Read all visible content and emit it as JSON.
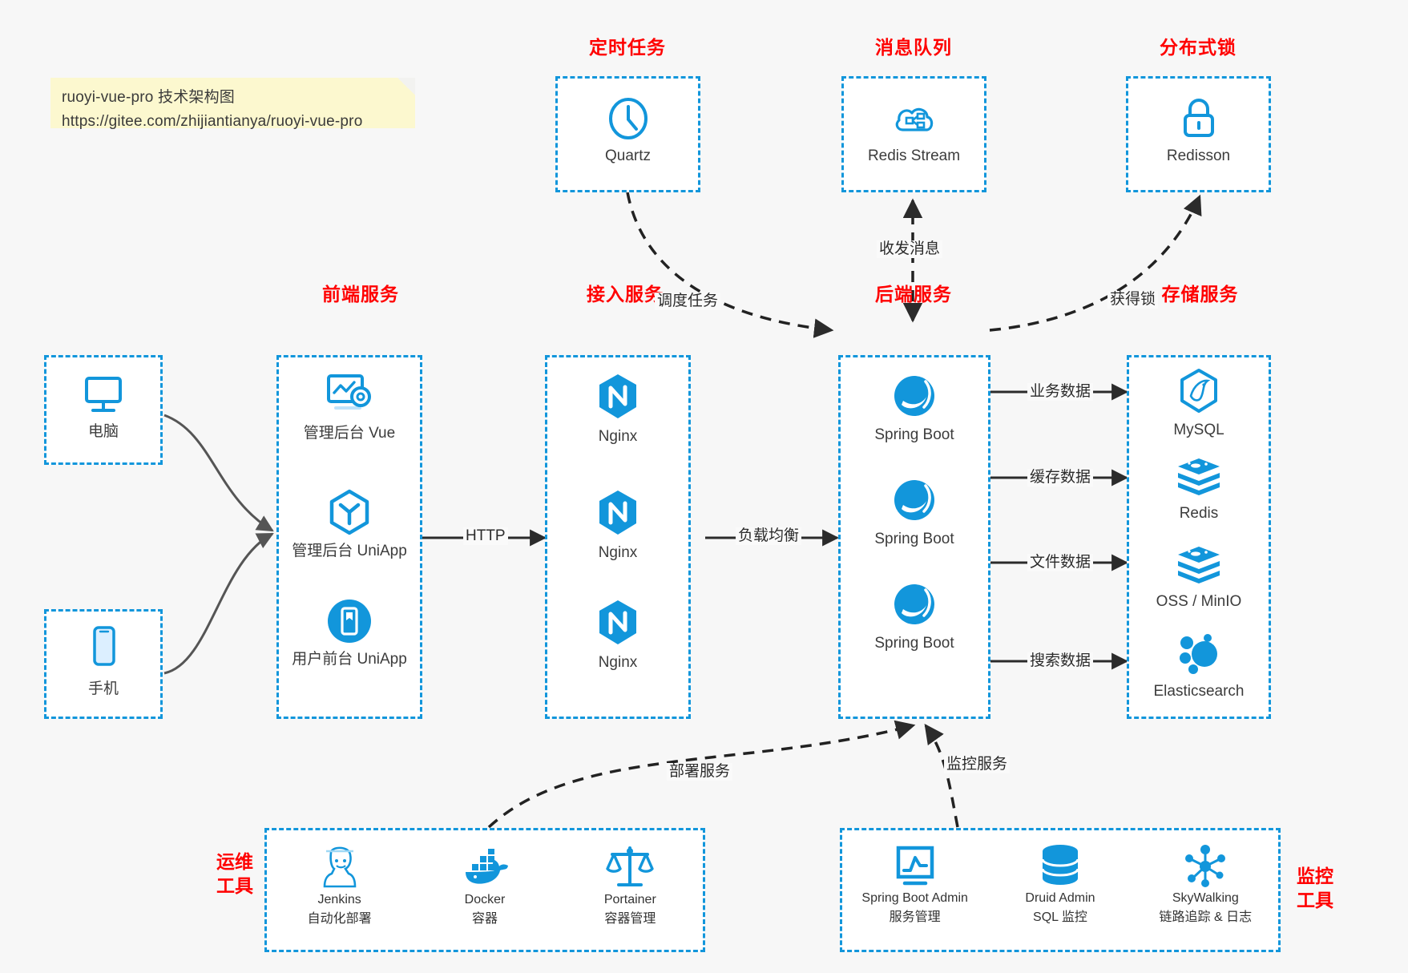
{
  "note": {
    "line1": "ruoyi-vue-pro 技术架构图",
    "line2": "https://gitee.com/zhijiantianya/ruoyi-vue-pro"
  },
  "colors": {
    "accent": "#1296db",
    "title": "#ff0000",
    "background": "#f7f7f7",
    "box_fill": "#ffffff",
    "edge": "#2b2b2b",
    "curve": "#555555"
  },
  "groups": {
    "scheduled_task": {
      "title": "定时任务",
      "items": [
        {
          "label": "Quartz",
          "icon": "clock-icon"
        }
      ]
    },
    "message_queue": {
      "title": "消息队列",
      "items": [
        {
          "label": "Redis Stream",
          "icon": "cloud-stream-icon"
        }
      ]
    },
    "distributed_lock": {
      "title": "分布式锁",
      "items": [
        {
          "label": "Redisson",
          "icon": "lock-icon"
        }
      ]
    },
    "client_pc": {
      "title": "",
      "items": [
        {
          "label": "电脑",
          "icon": "desktop-icon"
        }
      ]
    },
    "client_mobile": {
      "title": "",
      "items": [
        {
          "label": "手机",
          "icon": "phone-icon"
        }
      ]
    },
    "frontend": {
      "title": "前端服务",
      "items": [
        {
          "label": "管理后台 Vue",
          "icon": "dashboard-gear-icon"
        },
        {
          "label": "管理后台 UniApp",
          "icon": "cube-icon"
        },
        {
          "label": "用户前台 UniApp",
          "icon": "mobile-app-icon"
        }
      ]
    },
    "gateway": {
      "title": "接入服务",
      "items": [
        {
          "label": "Nginx",
          "icon": "nginx-icon"
        },
        {
          "label": "Nginx",
          "icon": "nginx-icon"
        },
        {
          "label": "Nginx",
          "icon": "nginx-icon"
        }
      ]
    },
    "backend": {
      "title": "后端服务",
      "items": [
        {
          "label": "Spring Boot",
          "icon": "spring-boot-icon"
        },
        {
          "label": "Spring Boot",
          "icon": "spring-boot-icon"
        },
        {
          "label": "Spring Boot",
          "icon": "spring-boot-icon"
        }
      ]
    },
    "storage": {
      "title": "存储服务",
      "items": [
        {
          "label": "MySQL",
          "icon": "mysql-icon"
        },
        {
          "label": "Redis",
          "icon": "redis-icon"
        },
        {
          "label": "OSS / MinIO",
          "icon": "oss-minio-icon"
        },
        {
          "label": "Elasticsearch",
          "icon": "elasticsearch-icon"
        }
      ]
    },
    "devops": {
      "title": "运维\n工具",
      "title_line1": "运维",
      "title_line2": "工具",
      "items": [
        {
          "label": "Jenkins",
          "sublabel": "自动化部署",
          "icon": "jenkins-icon"
        },
        {
          "label": "Docker",
          "sublabel": "容器",
          "icon": "docker-icon"
        },
        {
          "label": "Portainer",
          "sublabel": "容器管理",
          "icon": "scales-icon"
        }
      ]
    },
    "monitor": {
      "title_line1": "监控",
      "title_line2": "工具",
      "items": [
        {
          "label": "Spring Boot Admin",
          "sublabel": "服务管理",
          "icon": "monitor-chart-icon"
        },
        {
          "label": "Druid Admin",
          "sublabel": "SQL 监控",
          "icon": "database-icon"
        },
        {
          "label": "SkyWalking",
          "sublabel": "链路追踪 & 日志",
          "icon": "skywalking-icon"
        }
      ]
    }
  },
  "edges": {
    "http": "HTTP",
    "load_balance": "负载均衡",
    "schedule_task": "调度任务",
    "send_receive_message": "收发消息",
    "acquire_lock": "获得锁",
    "business_data": "业务数据",
    "cache_data": "缓存数据",
    "file_data": "文件数据",
    "search_data": "搜索数据",
    "deploy_service": "部署服务",
    "monitor_service": "监控服务"
  }
}
